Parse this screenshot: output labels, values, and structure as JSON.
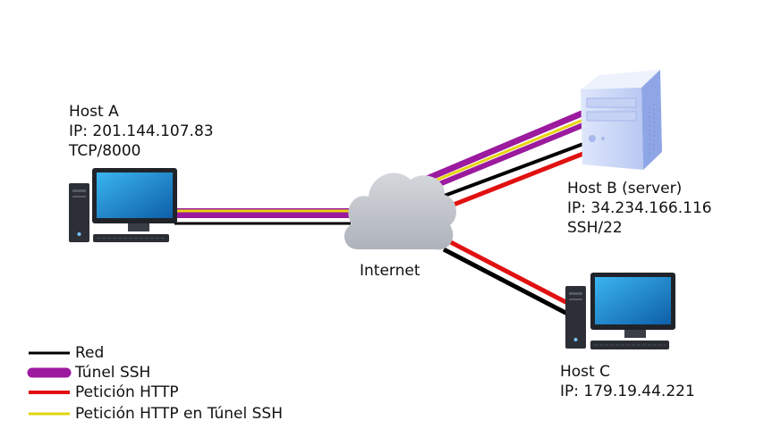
{
  "hosts": {
    "host_a": {
      "name": "Host A",
      "ip": "IP: 201.144.107.83",
      "port": "TCP/8000"
    },
    "host_b": {
      "name": "Host B (server)",
      "ip": "IP: 34.234.166.116",
      "port": "SSH/22"
    },
    "host_c": {
      "name": "Host C",
      "ip": "IP: 179.19.44.221"
    }
  },
  "internet": {
    "label": "Internet"
  },
  "legend": {
    "items": [
      {
        "label": "Red",
        "color": "#000000",
        "style": "thin"
      },
      {
        "label": "Túnel SSH",
        "color": "#9b1a9e",
        "style": "thick"
      },
      {
        "label": "Petición HTTP",
        "color": "#e11111",
        "style": "thin"
      },
      {
        "label": "Petición HTTP en Túnel SSH",
        "color": "#e5d40f",
        "style": "thin"
      }
    ]
  },
  "colors": {
    "network": "#000000",
    "ssh_tunnel": "#9b1a9e",
    "http": "#e11111",
    "http_in_tunnel": "#e5d40f",
    "cloud": "#c4c8ce",
    "server": "#cfd9f7",
    "monitor_screen": "#1f8fd4"
  },
  "icons": {
    "host_a": "desktop-computer-icon",
    "host_b": "server-tower-icon",
    "host_c": "desktop-computer-icon",
    "internet": "cloud-icon"
  }
}
